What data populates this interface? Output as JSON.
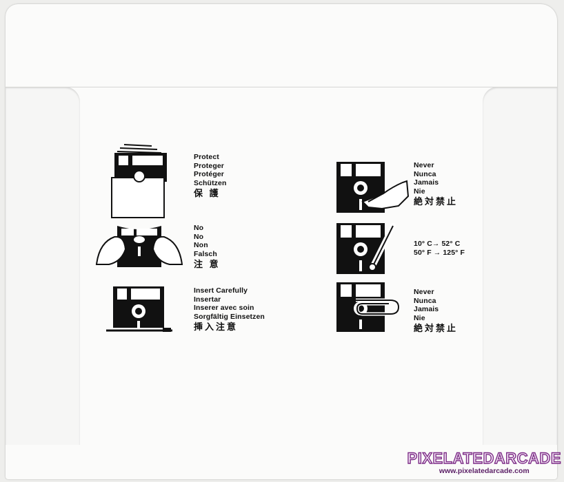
{
  "instructions": [
    {
      "id": "protect",
      "lines": [
        "Protect",
        "Proteger",
        "Protéger",
        "Schützen"
      ],
      "cjk": "保 護"
    },
    {
      "id": "no-bend",
      "lines": [
        "No",
        "No",
        "Non",
        "Falsch"
      ],
      "cjk": "注 意"
    },
    {
      "id": "insert",
      "lines": [
        "Insert Carefully",
        "Insertar",
        "Inserer avec soin",
        "Sorgfältig Einsetzen"
      ],
      "cjk": "挿入注意"
    },
    {
      "id": "no-touch",
      "lines": [
        "Never",
        "Nunca",
        "Jamais",
        "Nie"
      ],
      "cjk": "絶対禁止"
    },
    {
      "id": "temperature",
      "lines": [
        "10° C→ 52° C",
        "50° F → 125° F"
      ],
      "cjk": ""
    },
    {
      "id": "no-clip",
      "lines": [
        "Never",
        "Nunca",
        "Jamais",
        "Nie"
      ],
      "cjk": "絶対禁止"
    }
  ],
  "watermark": {
    "title": "PIXELATEDARCADE",
    "url": "www.pixelatedarcade.com"
  },
  "colors": {
    "ink": "#111111",
    "paper": "#fbfbfa",
    "brand": "#7d2d87"
  }
}
